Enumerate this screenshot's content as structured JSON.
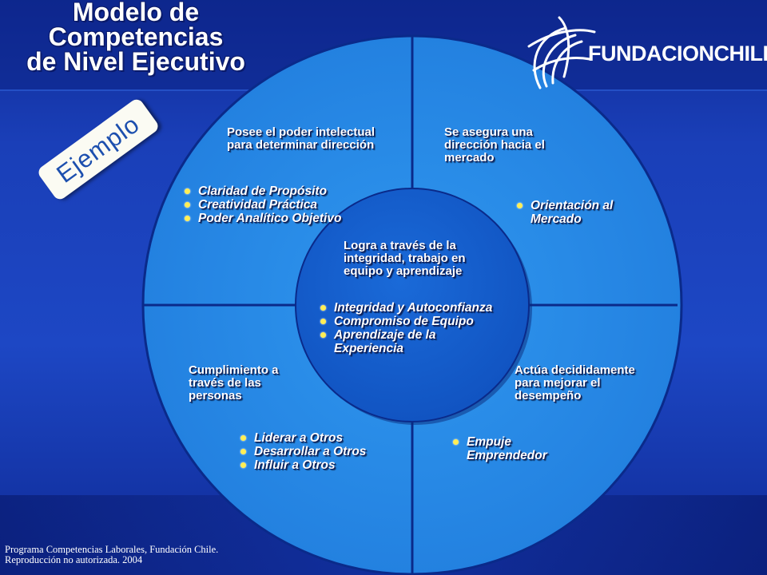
{
  "title": {
    "lines": [
      "Modelo de",
      "Competencias",
      "de Nivel Ejecutivo"
    ]
  },
  "logo": {
    "text": "FUNDACIONCHILE",
    "icon": "globe-swirl-icon"
  },
  "tag": "Ejemplo",
  "quadrants": {
    "top_left": {
      "heading": [
        "Posee el poder intelectual",
        "para determinar dirección"
      ],
      "items": [
        "Claridad de Propósito",
        "Creatividad Práctica",
        "Poder Analítico Objetivo"
      ]
    },
    "top_right": {
      "heading": [
        "Se asegura una",
        "dirección hacia el",
        "mercado"
      ],
      "items": [
        [
          "Orientación al",
          "Mercado"
        ]
      ]
    },
    "bottom_left": {
      "heading": [
        "Cumplimiento a",
        "través de las",
        "personas"
      ],
      "items": [
        "Liderar a Otros",
        "Desarrollar a Otros",
        "Influir a Otros"
      ]
    },
    "bottom_right": {
      "heading": [
        "Actúa decididamente",
        "para mejorar el",
        "desempeño"
      ],
      "items": [
        [
          "Empuje",
          "Emprendedor"
        ]
      ]
    }
  },
  "center": {
    "heading": [
      "Logra a través de la",
      "integridad, trabajo en",
      "equipo y aprendizaje"
    ],
    "items": [
      "Integridad y Autoconfianza",
      "Compromiso de Equipo",
      [
        "Aprendizaje de la",
        "Experiencia"
      ]
    ]
  },
  "footer": {
    "lines": [
      "Programa Competencias Laborales, Fundación Chile.",
      "Reproducción no autorizada. 2004"
    ]
  },
  "colors": {
    "background": "#1a3fb8",
    "circle": "#2b8ee8",
    "center": "#1560cf",
    "bullet": "#ffee55",
    "tag_text": "#1c4fae"
  }
}
